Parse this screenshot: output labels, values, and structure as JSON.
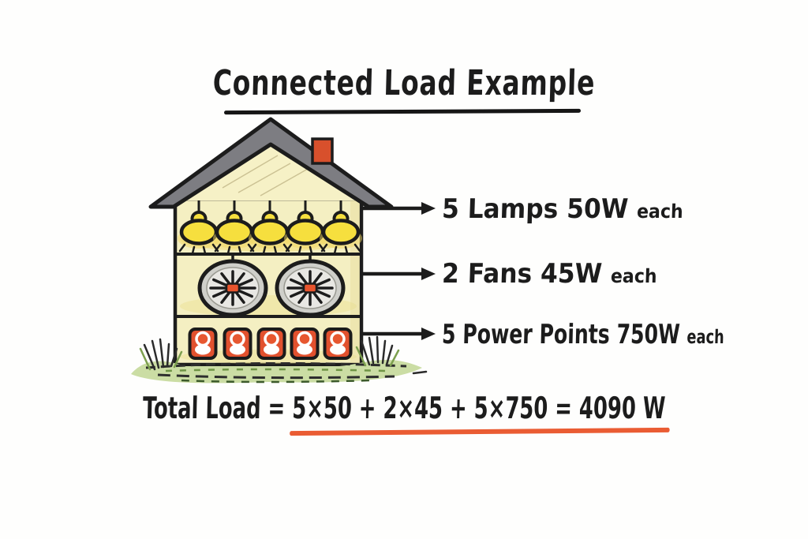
{
  "title": {
    "text": "Connected Load Example"
  },
  "callouts": [
    {
      "text": "5 Lamps 50W",
      "suffix": "each"
    },
    {
      "text": "2 Fans 45W",
      "suffix": "each"
    },
    {
      "text": "5 Power Points 750W",
      "suffix": "each"
    }
  ],
  "equation": {
    "prefix": "Total Load = ",
    "expression": "5×50 + 2×45 + 5×750 = 4090 W",
    "total_watts": 4090
  },
  "house": {
    "floors": [
      {
        "name": "lamps",
        "count": 5,
        "watts_each": 50
      },
      {
        "name": "fans",
        "count": 2,
        "watts_each": 45
      },
      {
        "name": "power-points",
        "count": 5,
        "watts_each": 750
      }
    ]
  },
  "colors": {
    "ink": "#1C1C1C",
    "wall_yellow": "#F4EFC2",
    "lamp_yellow": "#F6DF3E",
    "roof_gray": "#7D7D82",
    "chimney_red": "#D8502C",
    "outlet_red": "#E2512E",
    "fan_gray": "#CFCFCA",
    "grass_green": "#CBDDA4",
    "accent_underline": "#EA5C33"
  }
}
